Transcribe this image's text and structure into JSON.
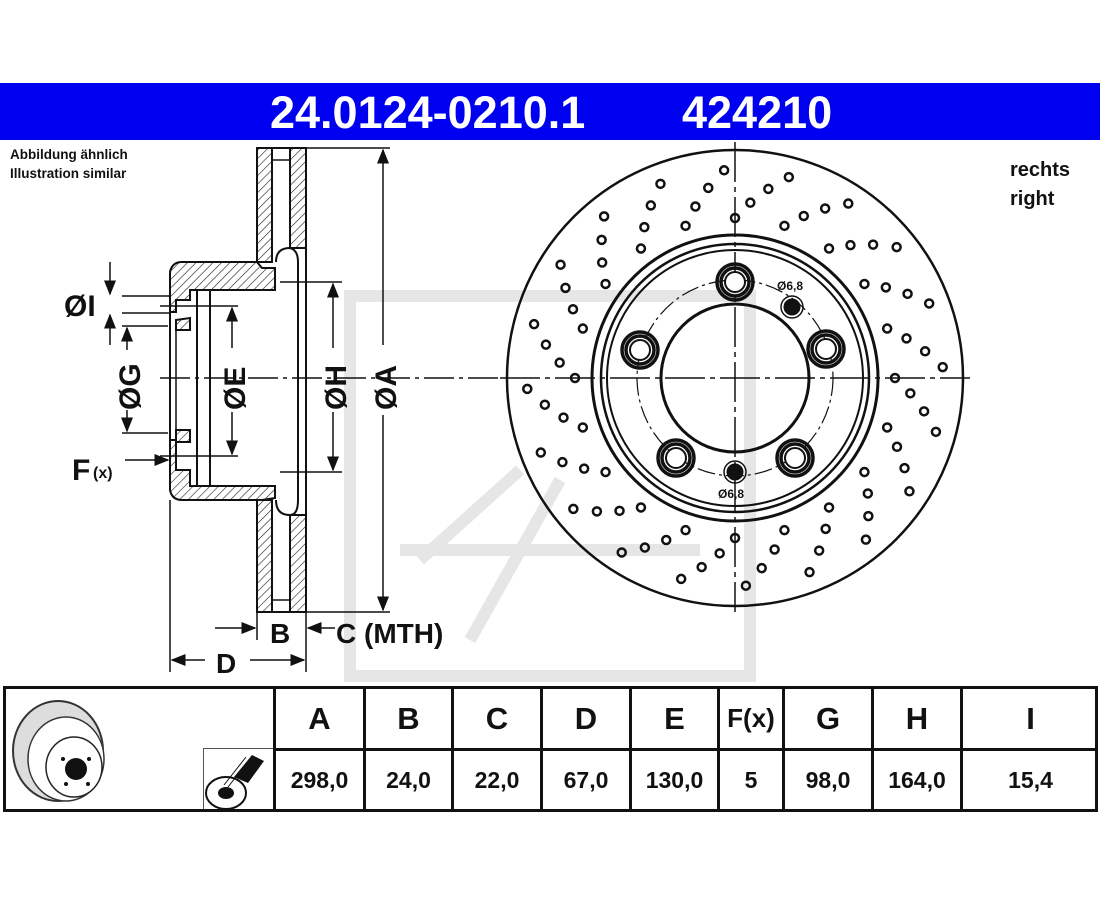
{
  "header": {
    "part_number": "24.0124-0210.1",
    "ref_number": "424210"
  },
  "note": {
    "line1": "Abbildung ähnlich",
    "line2": "Illustration similar"
  },
  "side": {
    "line1": "rechts",
    "line2": "right"
  },
  "drawing_labels": {
    "dia_i": "ØI",
    "dia_g": "ØG",
    "dia_e": "ØE",
    "dia_h": "ØH",
    "dia_a": "ØA",
    "f": "F",
    "f_sub": "(x)",
    "b": "B",
    "c": "C (MTH)",
    "d": "D",
    "hole1": "Ø6,8",
    "hole2": "Ø6,8"
  },
  "table": {
    "headers": [
      "A",
      "B",
      "C",
      "D",
      "E",
      "F(x)",
      "G",
      "H",
      "I"
    ],
    "values": [
      "298,0",
      "24,0",
      "22,0",
      "67,0",
      "130,0",
      "5",
      "98,0",
      "164,0",
      "15,4"
    ]
  },
  "icons": [
    "brake-disc-icon",
    "spray-can-icon"
  ],
  "colors": {
    "header_bg": "#0000f0",
    "header_text": "#ffffff"
  }
}
